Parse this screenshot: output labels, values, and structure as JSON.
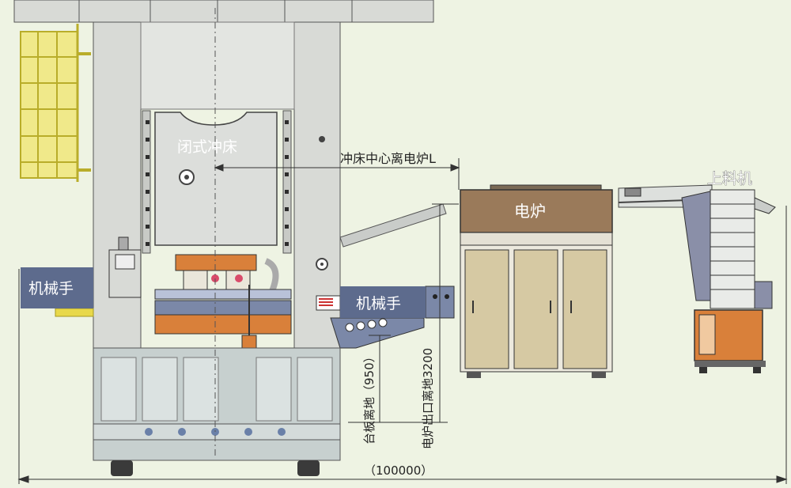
{
  "labels": {
    "press": "闭式冲床",
    "press_to_furnace": "冲床中心离电炉L",
    "furnace": "电炉",
    "loader": "上料机",
    "robot_left": "机械手",
    "robot_right": "机械手",
    "table_height": "台板离地（950）",
    "furnace_outlet_height": "电炉出口离地3200",
    "overall_length": "（100000）"
  },
  "colors": {
    "background": "#eef3e3",
    "frame": "#d8dad6",
    "furnace_top": "#9a7a5a",
    "cabinet": "#d6c9a3",
    "orange": "#d9803a",
    "yellow": "#e8d84a",
    "label_box": "#5d6b8d",
    "steel_blue": "#7b88a8"
  }
}
